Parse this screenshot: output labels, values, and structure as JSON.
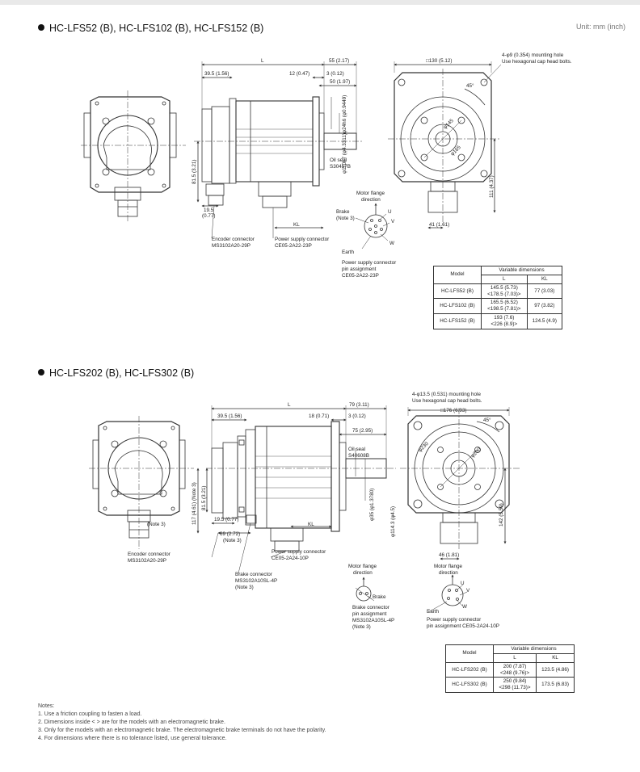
{
  "unit": "Unit: mm (inch)",
  "sec1": {
    "title": "HC-LFS52 (B), HC-LFS102 (B), HC-LFS152 (B)",
    "dims": {
      "L": "L",
      "d55": "55 (2.17)",
      "d395": "39.5 (1.56)",
      "d12": "12 (0.47)",
      "d3": "3 (0.12)",
      "d50": "50 (1.97)",
      "phi24": "φ24h6 (φ0.9449)",
      "phi110": "φ110h7 (φ4.3311)",
      "d815": "81.5 (3.21)",
      "d195": "19.5",
      "d077": "(0.77)",
      "KL": "KL",
      "sq130": "□130 (5.12)",
      "mount": "4-φ9 (0.354) mounting hole",
      "mount2": "Use hexagonal cap head bolts.",
      "deg45": "45°",
      "phi145": "φ145",
      "phi165": "φ165",
      "d111": "111 (4.37)",
      "d41": "41 (1.61)"
    },
    "labels": {
      "oil_seal": "Oil seal",
      "oil_seal_no": "S30457B",
      "flange": "Motor flange",
      "flange2": "direction",
      "brake": "Brake",
      "note3": "(Note 3)",
      "u": "U",
      "v": "V",
      "w": "W",
      "earth": "Earth",
      "pin1": "Power supply connector",
      "pin2": "pin assignment",
      "pin3": "CE05-2A22-23P",
      "enc": "Encoder connector",
      "enc_no": "MS3102A20-29P",
      "pwr": "Power supply connector",
      "pwr_no": "CE05-2A22-23P"
    },
    "table": {
      "model": "Model",
      "vd": "Variable dimensions",
      "L": "L",
      "KL": "KL",
      "rows": [
        {
          "model": "HC-LFS52 (B)",
          "l1": "145.5 (5.73)",
          "l2": "<178.5 (7.03)>",
          "kl": "77 (3.03)"
        },
        {
          "model": "HC-LFS102 (B)",
          "l1": "165.5 (6.52)",
          "l2": "<198.5 (7.81)>",
          "kl": "97 (3.82)"
        },
        {
          "model": "HC-LFS152 (B)",
          "l1": "193 (7.6)",
          "l2": "<226 (8.9)>",
          "kl": "124.5 (4.9)"
        }
      ]
    }
  },
  "sec2": {
    "title": "HC-LFS202 (B), HC-LFS302 (B)",
    "dims": {
      "L": "L",
      "d79": "79 (3.11)",
      "d395": "39.5 (1.56)",
      "d18": "18 (0.71)",
      "d3": "3 (0.12)",
      "d75": "75 (2.95)",
      "phi35": "φ35 (φ1.3780)",
      "phi114": "φ114.3 (φ4.5)",
      "d117": "117 (4.61) (Note 3)",
      "d815": "81.5 (3.21)",
      "d195": "19.5 (0.77)",
      "d69": "69 (2.72)",
      "KL": "KL",
      "sq176": "□176 (6.93)",
      "mount": "4-φ13.5 (0.531) mounting hole",
      "mount2": "Use hexagonal cap head bolts.",
      "deg45": "45°",
      "phi200": "φ200",
      "phi230": "φ230",
      "d142": "142 (5.59)",
      "d46": "46 (1.81)"
    },
    "labels": {
      "oil_seal": "Oil seal",
      "oil_seal_no": "S40608B",
      "note3": "(Note 3)",
      "enc": "Encoder connector",
      "enc_no": "MS3102A20-29P",
      "brake_c": "Brake connector",
      "brake_c_no": "MS3102A10SL-4P",
      "pwr": "Power supply connector",
      "pwr_no": "CE05-2A24-10P",
      "flange": "Motor flange",
      "flange2": "direction",
      "brake": "Brake",
      "bpin1": "Brake connector",
      "bpin2": "pin assignment",
      "bpin3": "MS3102A10SL-4P",
      "u": "U",
      "v": "V",
      "w": "W",
      "earth": "Earth",
      "ppin1": "Power supply connector",
      "ppin2": "pin assignment CE05-2A24-10P"
    },
    "table": {
      "model": "Model",
      "vd": "Variable dimensions",
      "L": "L",
      "KL": "KL",
      "rows": [
        {
          "model": "HC-LFS202 (B)",
          "l1": "200 (7.87)",
          "l2": "<248 (9.76)>",
          "kl": "123.5 (4.86)"
        },
        {
          "model": "HC-LFS302 (B)",
          "l1": "250 (9.84)",
          "l2": "<298 (11.73)>",
          "kl": "173.5 (6.83)"
        }
      ]
    }
  },
  "notes": {
    "title": "Notes:",
    "n1": "1. Use a friction coupling to fasten a load.",
    "n2": "2. Dimensions inside < > are for the models with an electromagnetic brake.",
    "n3": "3. Only for the models with an electromagnetic brake. The electromagnetic brake terminals do not have the polarity.",
    "n4": "4. For dimensions where there is no tolerance listed, use general tolerance."
  }
}
